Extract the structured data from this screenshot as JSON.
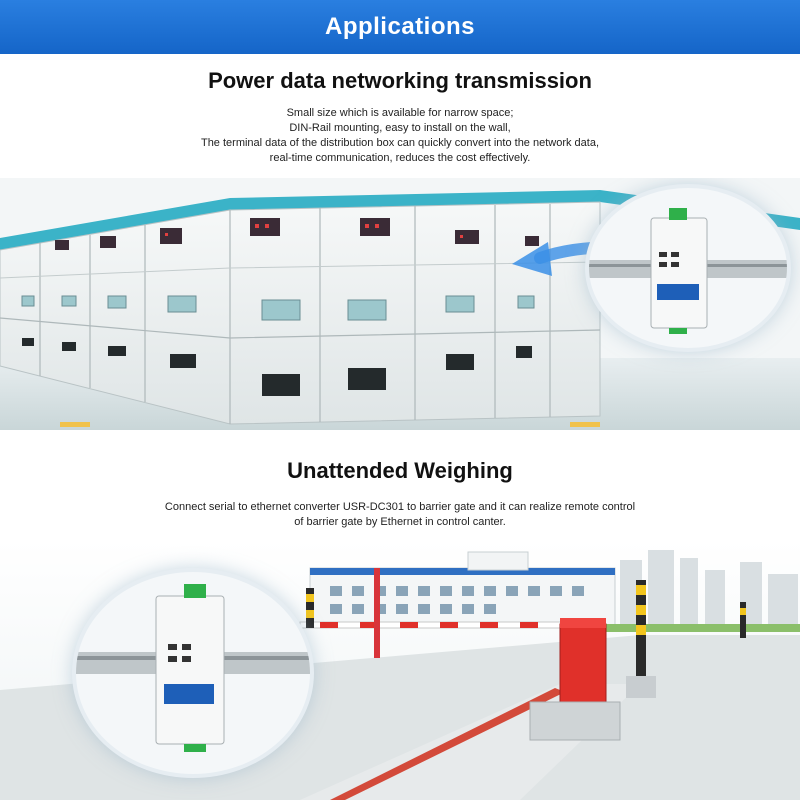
{
  "banner": {
    "title": "Applications"
  },
  "section1": {
    "title": "Power data networking transmission",
    "lines": [
      "Small size which is available for narrow space;",
      "DIN-Rail mounting, easy to install on the wall,",
      "The terminal data of the distribution box can quickly convert into the network data,",
      "real-time communication, reduces the cost effectively."
    ]
  },
  "section2": {
    "title": "Unattended Weighing",
    "lines": [
      "Connect serial to ethernet converter USR-DC301 to barrier gate and it can realize remote control",
      "of barrier gate by Ethernet in control canter."
    ]
  },
  "colors": {
    "banner": "#1565c8",
    "arrow": "#3a8fe6",
    "barrier": "#e0302a"
  },
  "icons": [
    "switchgear-cabinet-icon",
    "din-rail-device-icon",
    "arrow-icon",
    "barrier-gate-icon"
  ]
}
